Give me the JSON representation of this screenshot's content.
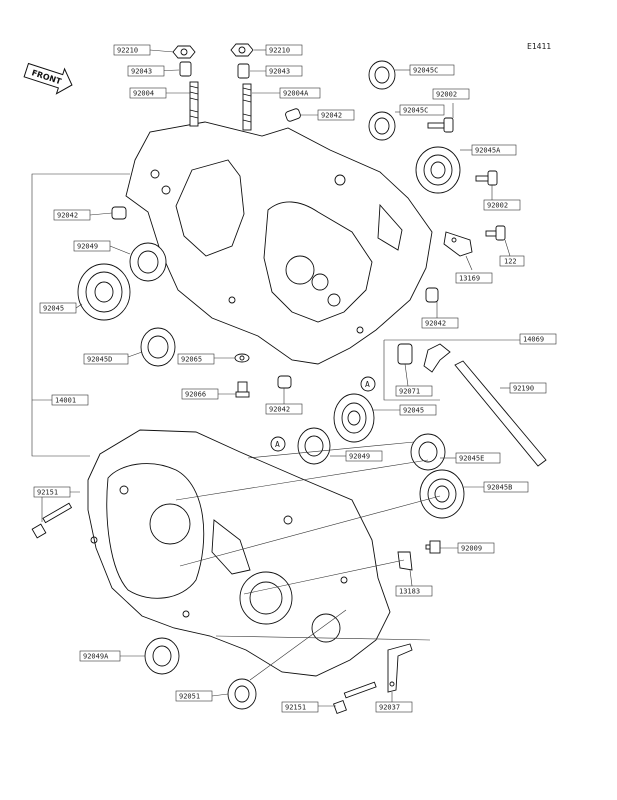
{
  "figure_code": "E1411",
  "front_label": "FRONT",
  "callout_marker": "A",
  "part_numbers": {
    "nut_left": "92210",
    "nut_right": "92210",
    "collar_left": "92043",
    "collar_right": "92043",
    "stud_left": "92004",
    "stud_right": "92004A",
    "bearing_top": "92045C",
    "dowel_upper": "92042",
    "bearing_upper_mid": "92045C",
    "screw_top": "92002",
    "bearing_right_upper": "92045A",
    "screw_right": "92002",
    "dowel_left_upper": "92042",
    "seal_left_upper": "92049",
    "screw_small": "122",
    "plate_upper": "13169",
    "bearing_left_upper": "92045",
    "dowel_right_mid": "92042",
    "tube_assy": "14069",
    "bearing_left_lower": "92045D",
    "washer_mid": "92065",
    "fitting_mid": "92071",
    "tube": "92190",
    "plug_mid": "92066",
    "dowel_mid": "92042",
    "bearing_mid": "92045",
    "crankcase": "14001",
    "seal_mid": "92049",
    "bearing_lower_right1": "92045E",
    "bolt_left": "92151",
    "bearing_lower_right2": "92045B",
    "plug_lower": "92009",
    "plate_lower": "13183",
    "seal_lower_left": "92049A",
    "seal_bottom": "92051",
    "bolt_bottom": "92151",
    "bracket_bottom": "92037"
  }
}
